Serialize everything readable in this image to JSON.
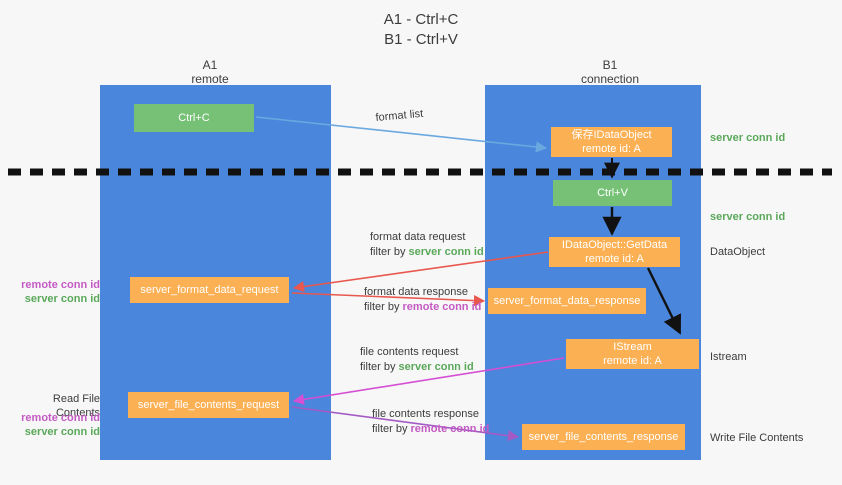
{
  "title": {
    "line1": "A1 - Ctrl+C",
    "line2": "B1 - Ctrl+V"
  },
  "lanes": [
    {
      "id": "A1",
      "name": "A1",
      "subtitle": "remote",
      "color": "#4a86db"
    },
    {
      "id": "B1",
      "name": "B1",
      "subtitle": "connection",
      "color": "#4a86db"
    }
  ],
  "colors": {
    "lane": "#4a86db",
    "green_box": "#76c176",
    "orange_box": "#fbb054",
    "green_text": "#5aa85a",
    "purple_text": "#c45ac4",
    "blue_arrow": "#6aa9e0",
    "red_arrow": "#e8584f",
    "magenta_arrow": "#d44fd4",
    "purple_arrow": "#a35ac4",
    "dark_arrow": "#1a1a1a",
    "background": "#f7f7f7"
  },
  "nodes": {
    "ctrl_c": {
      "label": "Ctrl+C",
      "style": "green"
    },
    "idataobject": {
      "line1": "保存IDataObject",
      "line2": "remote id: A",
      "style": "orange"
    },
    "ctrl_v": {
      "label": "Ctrl+V",
      "style": "green"
    },
    "getdata": {
      "line1": "IDataObject::GetData",
      "line2": "remote id: A",
      "style": "orange"
    },
    "format_data_request": {
      "label": "server_format_data_request",
      "style": "orange"
    },
    "format_data_response": {
      "label": "server_format_data_response",
      "style": "orange"
    },
    "istream": {
      "line1": "IStream",
      "line2": "remote id: A",
      "style": "orange"
    },
    "file_contents_request": {
      "label": "server_file_contents_request",
      "style": "orange"
    },
    "file_contents_response": {
      "label": "server_file_contents_response",
      "style": "orange"
    }
  },
  "edge_labels": {
    "format_list": "format list",
    "format_data_request": {
      "line1": "format data request",
      "filter_prefix": "filter by ",
      "filter_key": "server conn id",
      "filter_color": "green"
    },
    "format_data_response": {
      "line1": "format data response",
      "filter_prefix": "filter by ",
      "filter_key": "remote conn id",
      "filter_color": "purple"
    },
    "file_contents_request": {
      "line1": "file contents request",
      "filter_prefix": "filter by ",
      "filter_key": "server conn id",
      "filter_color": "green"
    },
    "file_contents_response": {
      "line1": "file contents response",
      "filter_prefix": "filter by ",
      "filter_key": "remote conn id",
      "filter_color": "purple"
    }
  },
  "annotations": {
    "right": [
      {
        "id": "server-conn-id-top",
        "text": "server conn id",
        "color": "green"
      },
      {
        "id": "server-conn-id-mid",
        "text": "server conn id",
        "color": "green"
      },
      {
        "id": "dataobject",
        "text": "DataObject",
        "color": "plain"
      },
      {
        "id": "istream",
        "text": "Istream",
        "color": "plain"
      },
      {
        "id": "write-file-contents",
        "text": "Write File Contents",
        "color": "plain"
      }
    ],
    "left": {
      "conn_pair_1": {
        "remote": "remote conn id",
        "server": "server conn id"
      },
      "read_file_contents": "Read File Contents",
      "conn_pair_2": {
        "remote": "remote conn id",
        "server": "server conn id"
      }
    }
  }
}
